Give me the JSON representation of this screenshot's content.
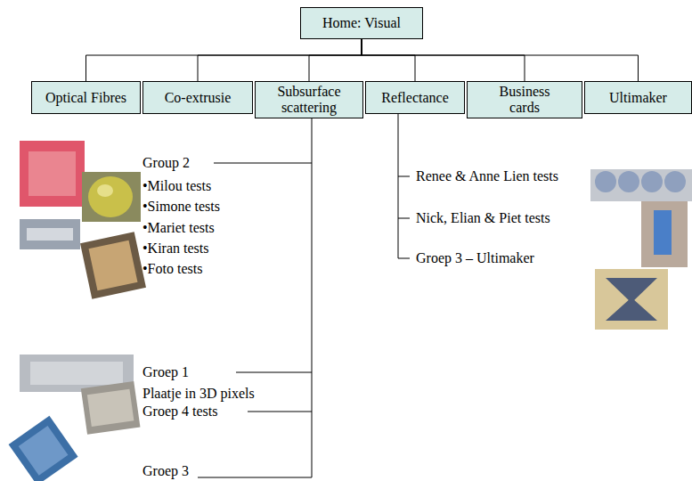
{
  "diagram": {
    "nodes": [
      {
        "text": [
          "Home: Visual"
        ]
      },
      {
        "text": [
          "Optical Fibres"
        ]
      },
      {
        "text": [
          "Co-extrusie"
        ]
      },
      {
        "text": [
          "Subsurface scattering"
        ]
      },
      {
        "text": [
          "Reflectance"
        ]
      },
      {
        "text": [
          "Business cards"
        ]
      },
      {
        "text": [
          "Ultimaker"
        ]
      }
    ],
    "edges": [
      {
        "from": 0,
        "to": 1,
        "arrow": "none"
      },
      {
        "from": 0,
        "to": 2,
        "arrow": "none"
      },
      {
        "from": 0,
        "to": 3,
        "arrow": "none"
      },
      {
        "from": 0,
        "to": 4,
        "arrow": "none"
      },
      {
        "from": 0,
        "to": 5,
        "arrow": "none"
      },
      {
        "from": 0,
        "to": 6,
        "arrow": "none"
      }
    ],
    "labels": [
      "Group 2",
      "•Milou tests",
      "•Simone tests",
      "•Mariet tests",
      "•Kiran tests",
      "•Foto tests",
      "Groep 1",
      "Plaatje in 3D pixels",
      "Groep 4 tests",
      "Groep 3",
      "Renee & Anne Lien tests",
      "Nick, Elian & Piet tests",
      "Groep 3 – Ultimaker"
    ]
  }
}
